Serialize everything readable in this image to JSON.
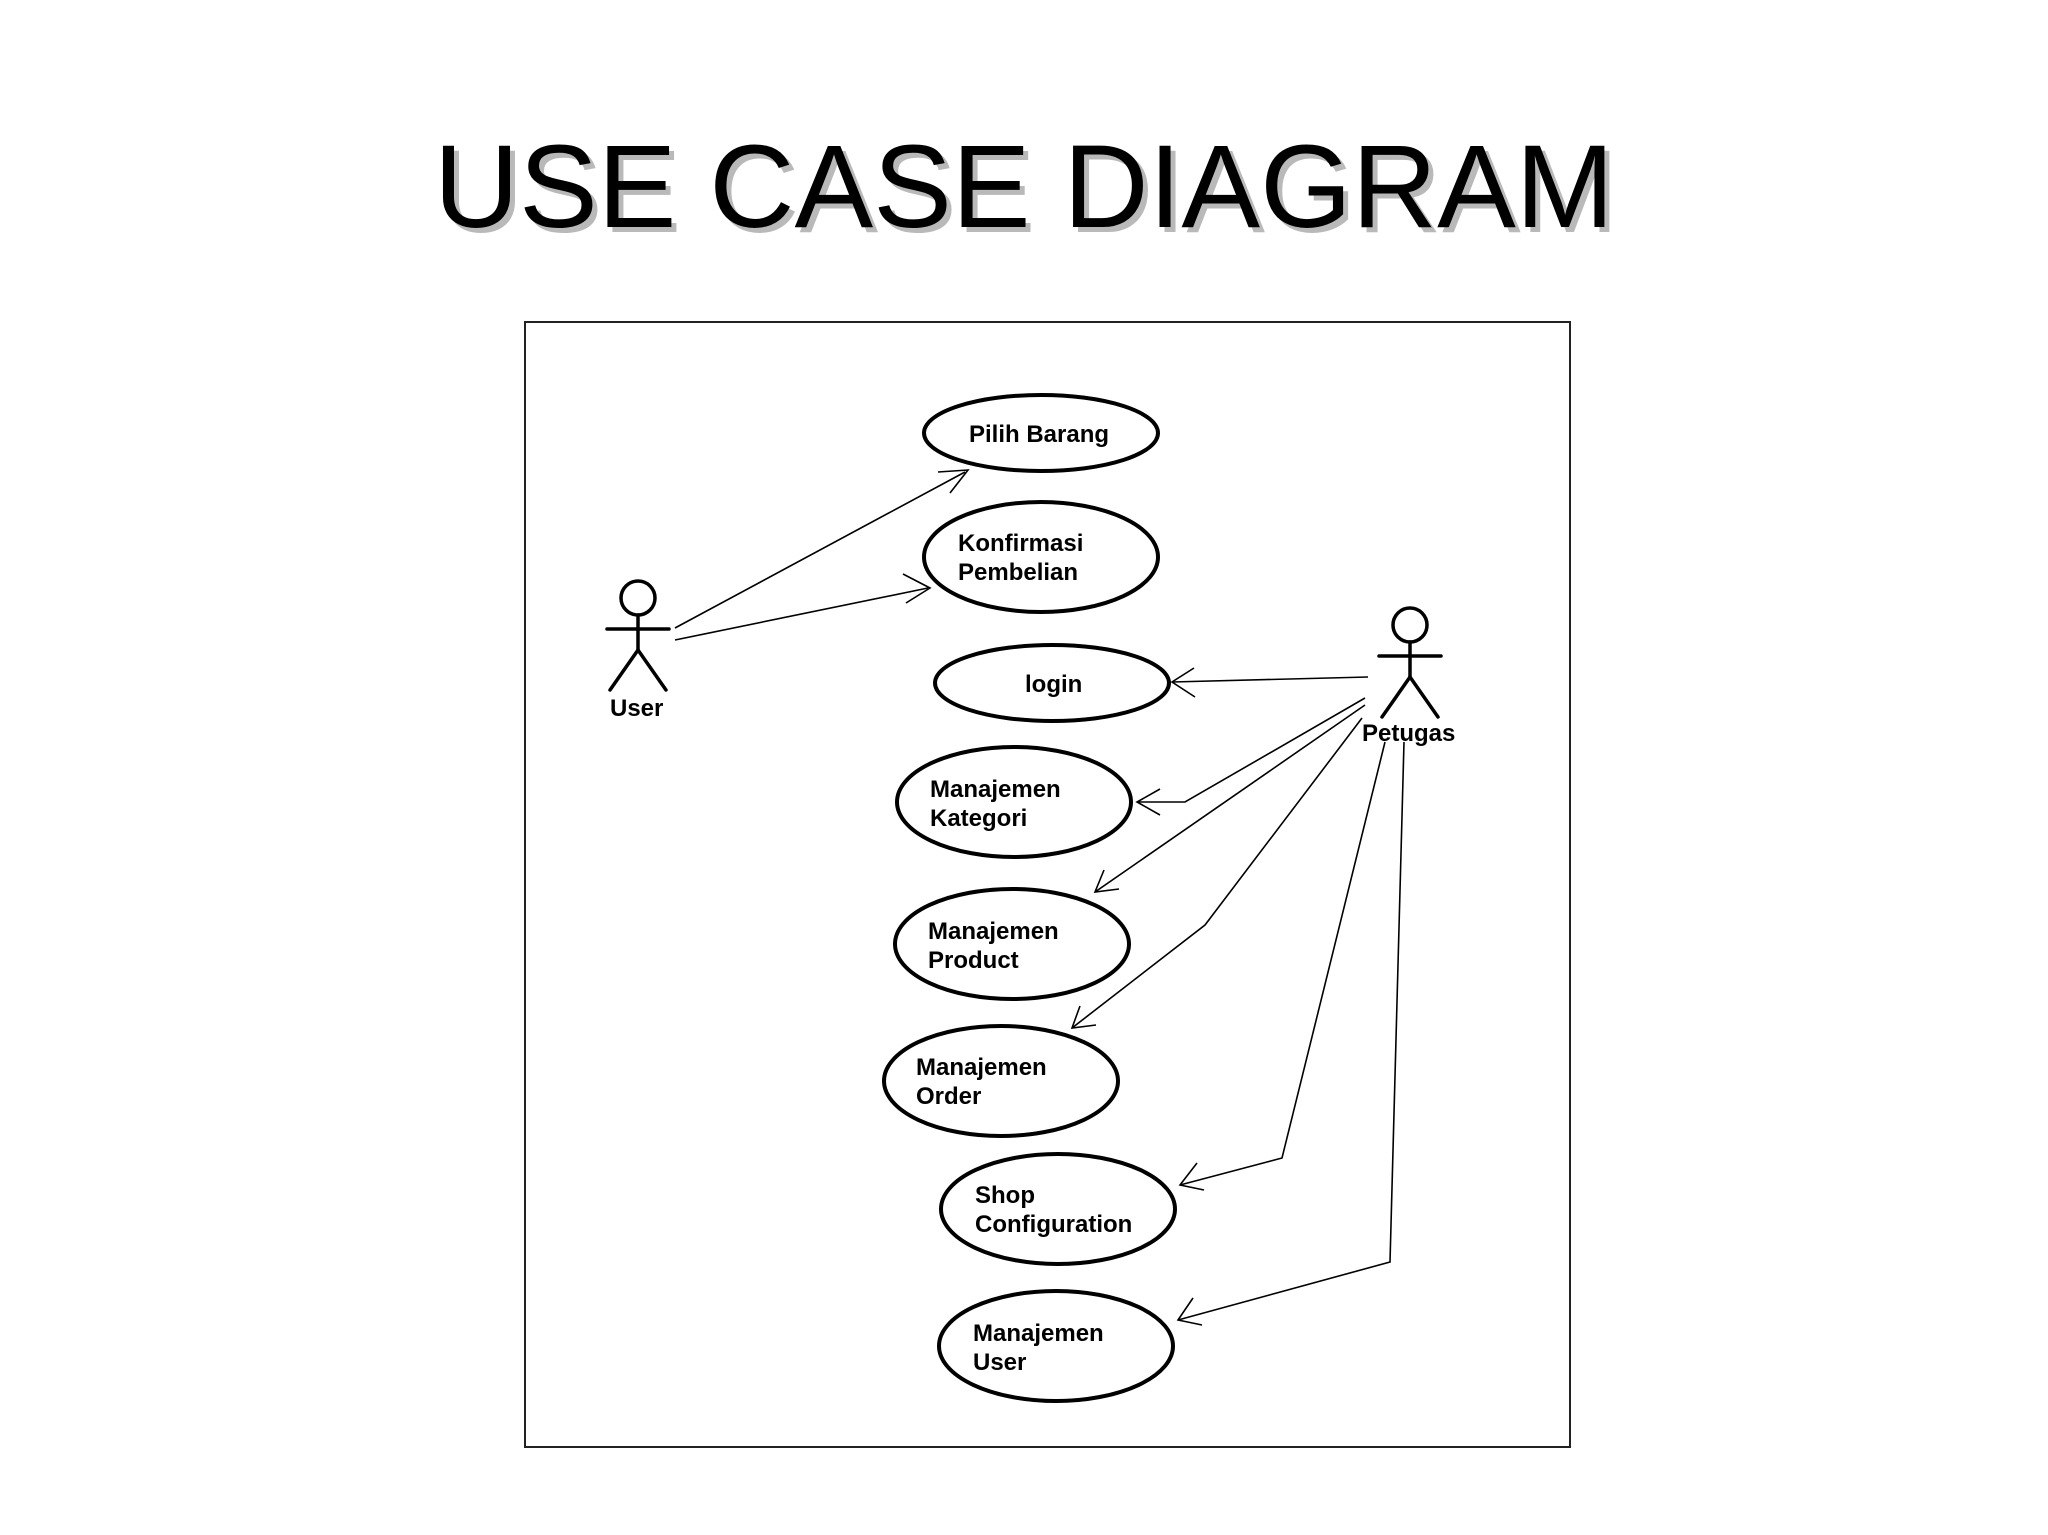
{
  "title": "USE CASE DIAGRAM",
  "actors": [
    {
      "id": "user",
      "label": "User"
    },
    {
      "id": "petugas",
      "label": "Petugas"
    }
  ],
  "use_cases": [
    {
      "id": "pilih-barang",
      "lines": [
        "Pilih Barang"
      ]
    },
    {
      "id": "konfirmasi-pembelian",
      "lines": [
        "Konfirmasi",
        "Pembelian"
      ]
    },
    {
      "id": "login",
      "lines": [
        "login"
      ]
    },
    {
      "id": "manajemen-kategori",
      "lines": [
        "Manajemen",
        "Kategori"
      ]
    },
    {
      "id": "manajemen-product",
      "lines": [
        "Manajemen",
        "Product"
      ]
    },
    {
      "id": "manajemen-order",
      "lines": [
        "Manajemen",
        "Order"
      ]
    },
    {
      "id": "shop-configuration",
      "lines": [
        "Shop",
        "Configuration"
      ]
    },
    {
      "id": "manajemen-user",
      "lines": [
        "Manajemen",
        "User"
      ]
    }
  ],
  "associations": [
    {
      "from": "user",
      "to": "pilih-barang"
    },
    {
      "from": "user",
      "to": "konfirmasi-pembelian"
    },
    {
      "from": "petugas",
      "to": "login"
    },
    {
      "from": "petugas",
      "to": "manajemen-kategori"
    },
    {
      "from": "petugas",
      "to": "manajemen-product"
    },
    {
      "from": "petugas",
      "to": "manajemen-order"
    },
    {
      "from": "petugas",
      "to": "shop-configuration"
    },
    {
      "from": "petugas",
      "to": "manajemen-user"
    }
  ]
}
